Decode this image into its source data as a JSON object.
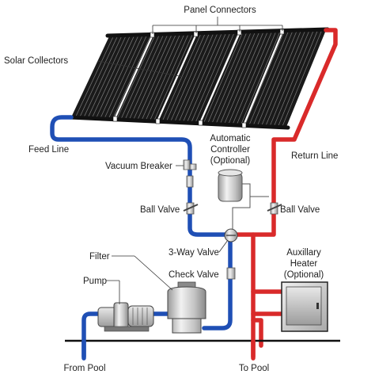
{
  "labels": {
    "panel_connectors": "Panel Connectors",
    "solar_collectors": "Solar Collectors",
    "feed_line": "Feed Line",
    "automatic_controller_l1": "Automatic",
    "automatic_controller_l2": "Controller",
    "automatic_controller_l3": "(Optional)",
    "return_line": "Return Line",
    "vacuum_breaker": "Vacuum Breaker",
    "ball_valve_left": "Ball Valve",
    "ball_valve_right": "Ball Valve",
    "three_way_valve": "3-Way Valve",
    "filter": "Filter",
    "check_valve": "Check Valve",
    "pump": "Pump",
    "auxiliary_heater_l1": "Auxillary",
    "auxiliary_heater_l2": "Heater",
    "auxiliary_heater_l3": "(Optional)",
    "from_pool": "From Pool",
    "to_pool": "To Pool"
  },
  "colors": {
    "feed_pipe": "#1f4fb5",
    "return_pipe": "#d92a2a",
    "collector": "#1a1a1a",
    "equipment": "#cccccc"
  }
}
